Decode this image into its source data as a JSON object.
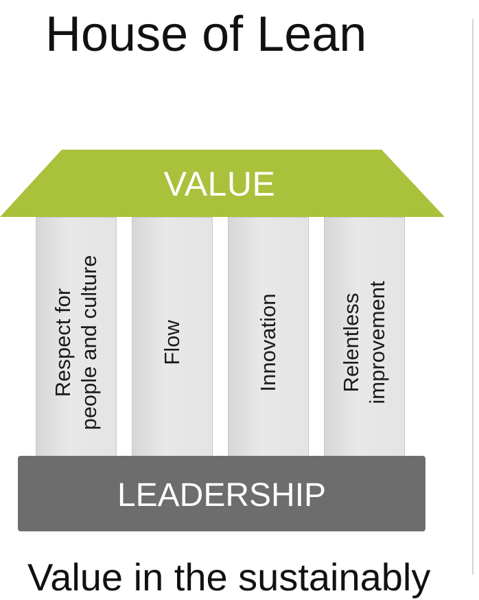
{
  "title": "House of Lean",
  "roof": {
    "label": "VALUE",
    "color": "#a9c13b"
  },
  "pillars": [
    {
      "label": "Respect for\npeople and culture"
    },
    {
      "label": "Flow"
    },
    {
      "label": "Innovation"
    },
    {
      "label": "Relentless\nimprovement"
    }
  ],
  "base": {
    "label": "LEADERSHIP",
    "color": "#6d6d6d"
  },
  "caption": "Value in the sustainably"
}
